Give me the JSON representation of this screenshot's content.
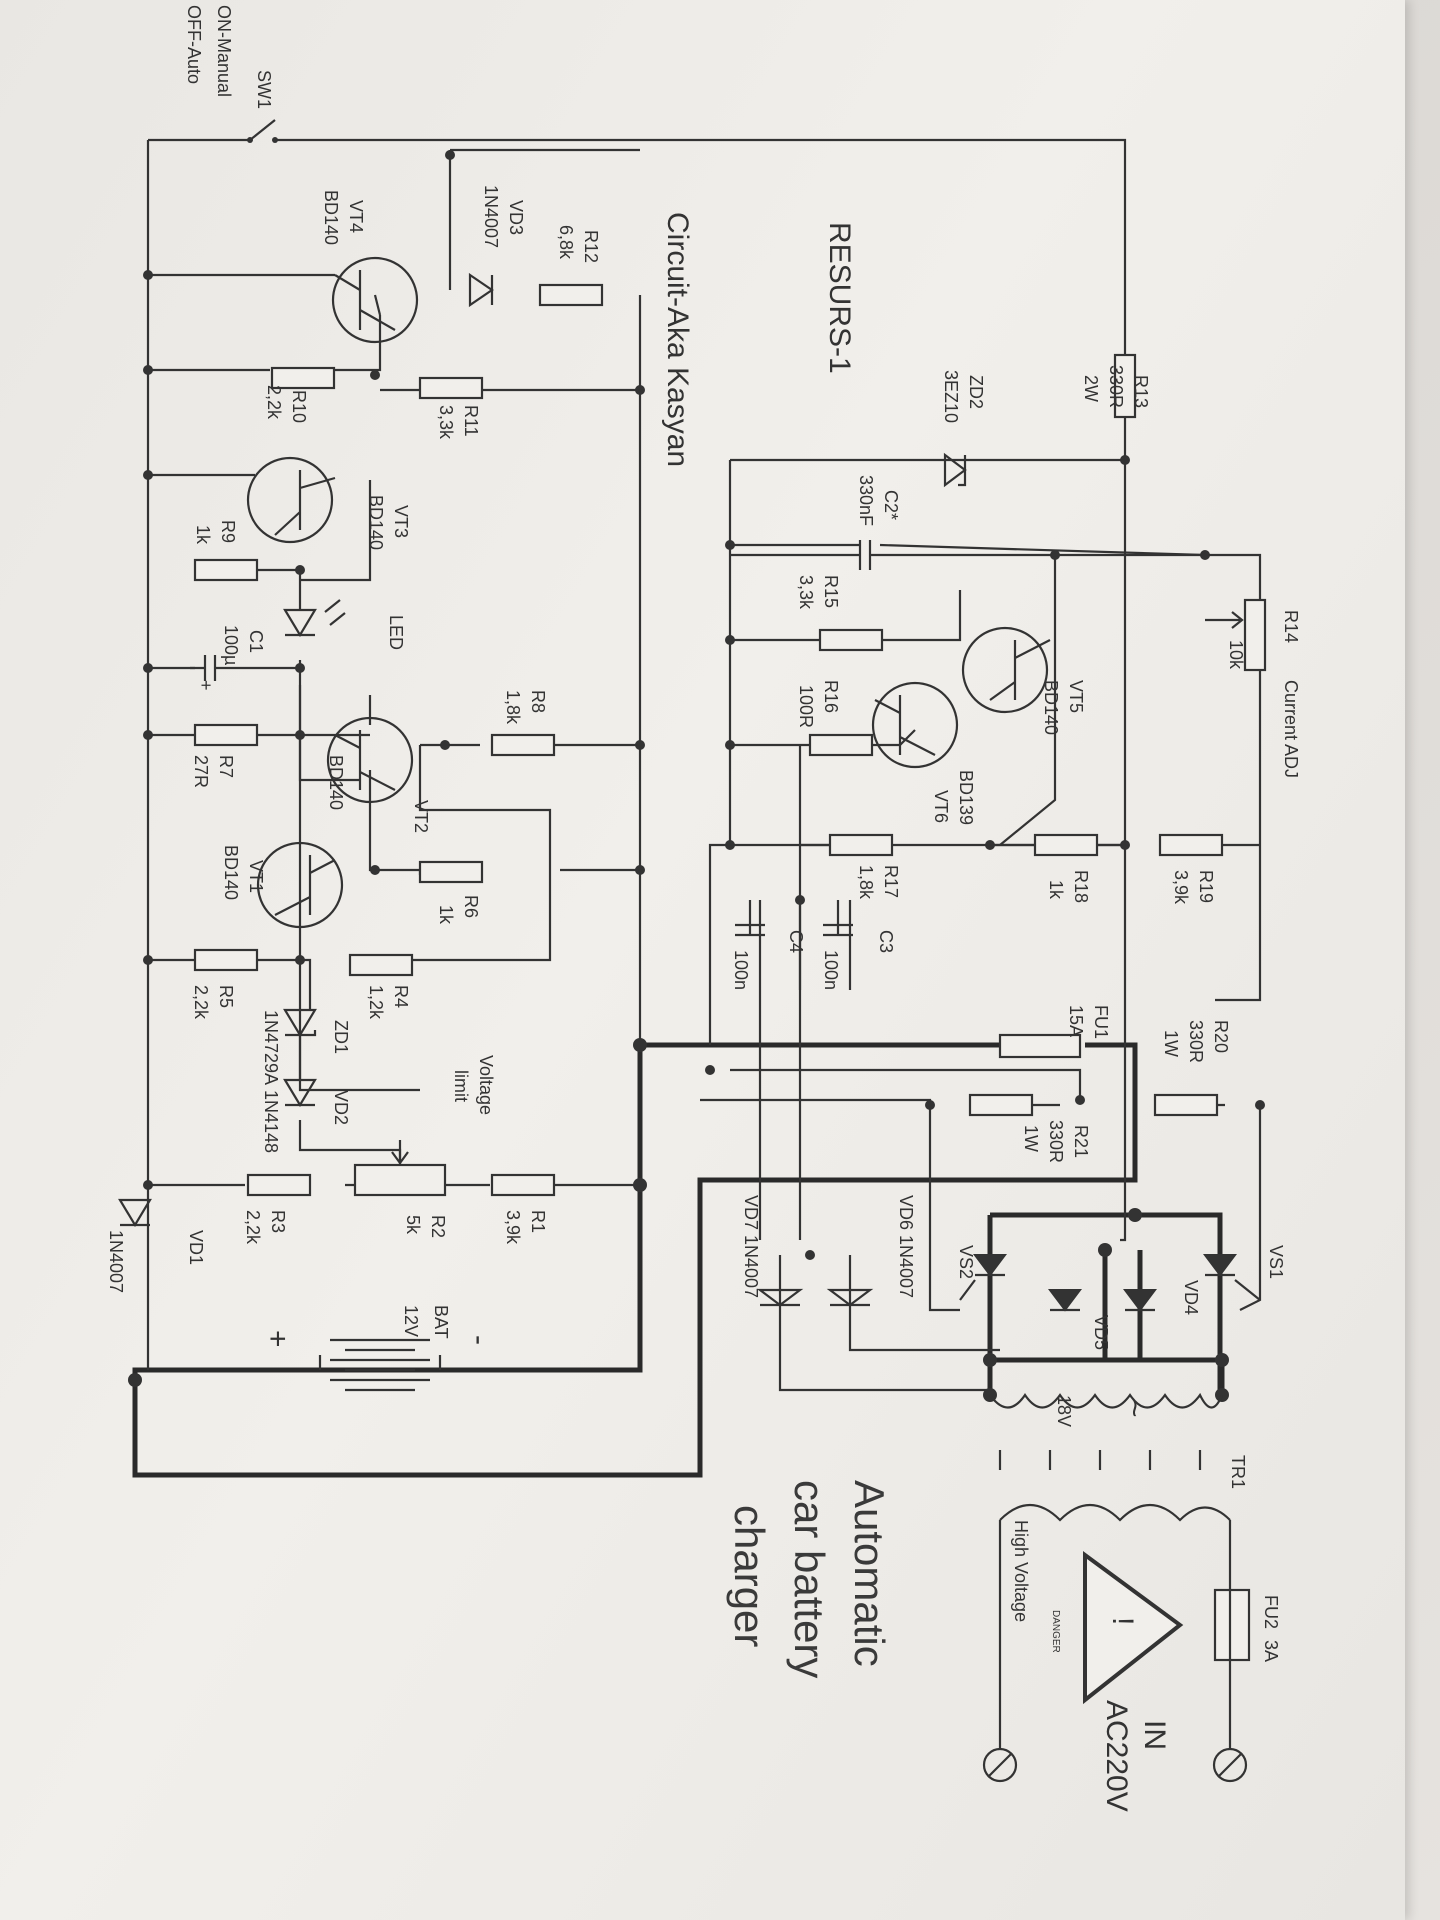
{
  "title": {
    "line1": "Automatic",
    "line2": "car battery",
    "line3": "charger"
  },
  "author": "Circuit-Aka Kasyan",
  "model": "RESURS-1",
  "input": {
    "line1": "IN",
    "line2": "AC220V"
  },
  "warning": {
    "danger": "DANGER",
    "label": "High Voltage",
    "symbol": "!"
  },
  "transformer": {
    "ref": "TR1",
    "secondary": "18V",
    "ac": "~"
  },
  "switch": {
    "ref": "SW1",
    "pos1": "ON-Manual",
    "pos2": "OFF-Auto"
  },
  "battery": {
    "ref": "BAT",
    "value": "12V",
    "plus": "+",
    "minus": "-"
  },
  "adjust": {
    "current": "Current ADJ",
    "voltage_line1": "Voltage",
    "voltage_line2": "limit"
  },
  "resistors": {
    "R1": {
      "ref": "R1",
      "value": "3,9k"
    },
    "R3": {
      "ref": "R3",
      "value": "2,2k"
    },
    "R4": {
      "ref": "R4",
      "value": "1,2k"
    },
    "R5": {
      "ref": "R5",
      "value": "2,2k"
    },
    "R6": {
      "ref": "R6",
      "value": "1k"
    },
    "R7": {
      "ref": "R7",
      "value": "27R"
    },
    "R8": {
      "ref": "R8",
      "value": "1,8k"
    },
    "R9": {
      "ref": "R9",
      "value": "1k"
    },
    "R10": {
      "ref": "R10",
      "value": "2,2k"
    },
    "R11": {
      "ref": "R11",
      "value": "3,3k"
    },
    "R12": {
      "ref": "R12",
      "value": "6,8k"
    },
    "R13": {
      "ref": "R13",
      "value": "330R",
      "power": "2W"
    },
    "R15": {
      "ref": "R15",
      "value": "3,3k"
    },
    "R16": {
      "ref": "R16",
      "value": "100R"
    },
    "R17": {
      "ref": "R17",
      "value": "1,8k"
    },
    "R18": {
      "ref": "R18",
      "value": "1k"
    },
    "R19": {
      "ref": "R19",
      "value": "3,9k"
    },
    "R20": {
      "ref": "R20",
      "value": "330R",
      "power": "1W"
    },
    "R21": {
      "ref": "R21",
      "value": "330R",
      "power": "1W"
    }
  },
  "pots": {
    "R2": {
      "ref": "R2",
      "value": "5k"
    },
    "R14": {
      "ref": "R14",
      "value": "10k"
    }
  },
  "capacitors": {
    "C1": {
      "ref": "C1",
      "value": "100µ",
      "plus": "+"
    },
    "C2": {
      "ref": "C2*",
      "value": "330nF"
    },
    "C3": {
      "ref": "C3",
      "value": "100n"
    },
    "C4": {
      "ref": "C4",
      "value": "100n"
    }
  },
  "transistors": {
    "VT1": {
      "ref": "VT1",
      "type": "BD140"
    },
    "VT2": {
      "ref": "VT2",
      "type": "BD140"
    },
    "VT3": {
      "ref": "VT3",
      "type": "BD140"
    },
    "VT4": {
      "ref": "VT4",
      "type": "BD140"
    },
    "VT5": {
      "ref": "VT5",
      "type": "BD140"
    },
    "VT6": {
      "ref": "VT6",
      "type": "BD139"
    }
  },
  "diodes": {
    "VD1": {
      "ref": "VD1",
      "type": "1N4007"
    },
    "VD2": {
      "ref": "VD2",
      "type": "1N4148"
    },
    "VD3": {
      "ref": "VD3",
      "type": "1N4007"
    },
    "VD4": {
      "ref": "VD4"
    },
    "VD5": {
      "ref": "VD5"
    },
    "VD6": {
      "ref": "VD6",
      "type": "1N4007"
    },
    "VD7": {
      "ref": "VD7",
      "type": "1N4007"
    },
    "ZD1": {
      "ref": "ZD1",
      "type": "1N4729A"
    },
    "ZD2": {
      "ref": "ZD2",
      "type": "3EZ10"
    },
    "LED": {
      "ref": "LED"
    }
  },
  "thyristors": {
    "VS1": "VS1",
    "VS2": "VS2"
  },
  "fuses": {
    "FU1": {
      "ref": "FU1",
      "value": "15A"
    },
    "FU2": {
      "ref": "FU2",
      "value": "3A"
    }
  }
}
